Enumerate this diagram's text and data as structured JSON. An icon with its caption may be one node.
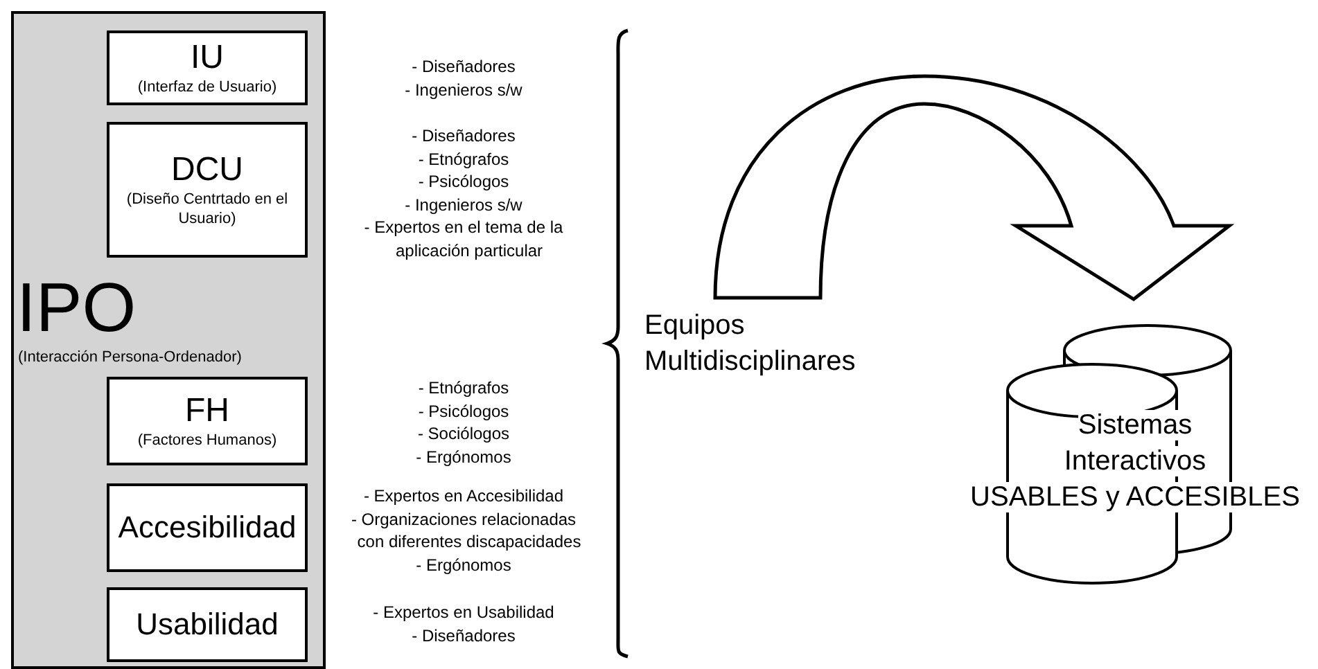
{
  "diagram": {
    "nodes": [
      {
        "text": [
          "IPO",
          "(Interacción Persona-Ordenador)"
        ]
      },
      {
        "text": [
          "IU",
          "(Interfaz de Usuario)"
        ],
        "in": 0,
        "beside": [
          "- Diseñadores",
          "- Ingenieros s/w"
        ]
      },
      {
        "text": [
          "DCU",
          "(Diseño Centrtado en el Usuario)"
        ],
        "in": 0,
        "beside": [
          "- Diseñadores",
          "- Etnógrafos",
          "- Psicólogos",
          "- Ingenieros s/w",
          "- Expertos en el tema de la aplicación particular"
        ]
      },
      {
        "text": [
          "FH",
          "(Factores Humanos)"
        ],
        "in": 0,
        "beside": [
          "- Etnógrafos",
          "- Psicólogos",
          "- Sociólogos",
          "- Ergónomos"
        ]
      },
      {
        "text": [
          "Accesibilidad"
        ],
        "in": 0,
        "beside": [
          "- Expertos en Accesibilidad",
          "- Organizaciones relacionadas con diferentes discapacidades",
          "- Ergónomos"
        ]
      },
      {
        "text": [
          "Usabilidad"
        ],
        "in": 0,
        "beside": [
          "- Expertos en Usabilidad",
          "- Diseñadores"
        ]
      },
      {
        "text": [
          "Equipos Multidisciplinares"
        ]
      },
      {
        "text": [
          "Sistemas Interactivos USABLES y ACCESIBLES"
        ]
      }
    ],
    "edges": [
      {
        "from": 6,
        "to": 7,
        "arrow": "to"
      }
    ]
  }
}
